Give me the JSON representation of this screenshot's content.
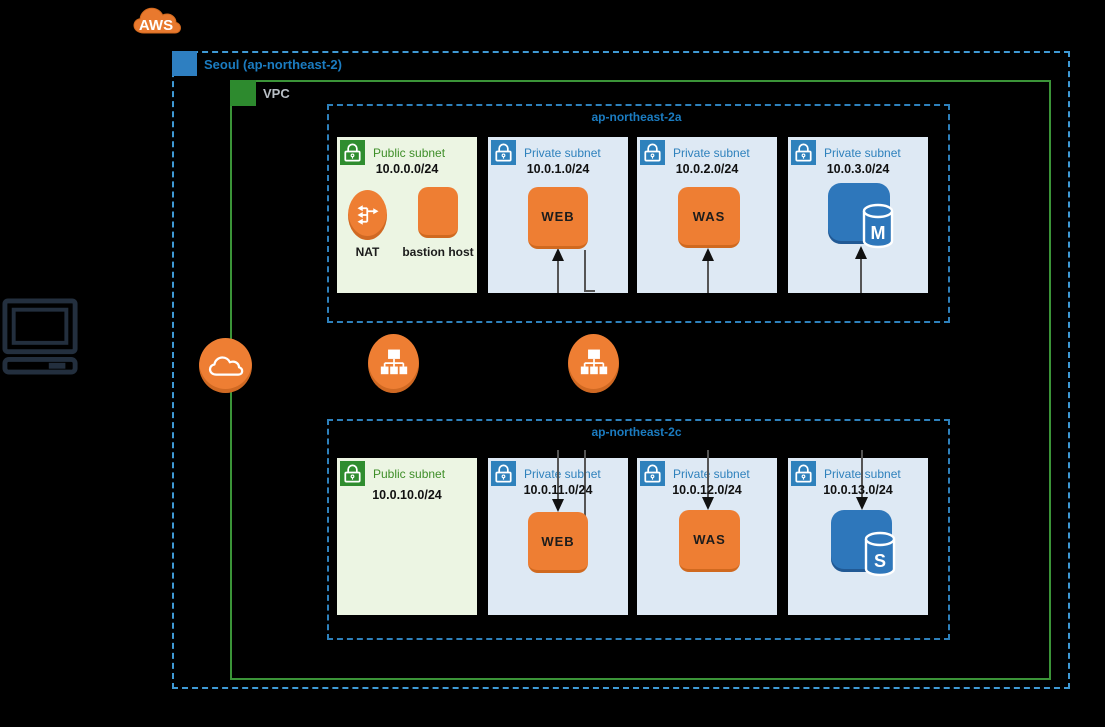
{
  "aws_logo": {
    "label": "AWS"
  },
  "region": {
    "label": "Seoul (ap-northeast-2)"
  },
  "vpc": {
    "label": "VPC"
  },
  "availability_zones": [
    {
      "label": "ap-northeast-2a",
      "subnets": [
        {
          "type": "public",
          "name": "Public subnet",
          "cidr": "10.0.0.0/24",
          "components": [
            {
              "kind": "nat-gateway",
              "label": "NAT"
            },
            {
              "kind": "instance",
              "label": "bastion host"
            }
          ]
        },
        {
          "type": "private",
          "name": "Private subnet",
          "cidr": "10.0.1.0/24",
          "components": [
            {
              "kind": "instance",
              "label": "WEB"
            }
          ]
        },
        {
          "type": "private",
          "name": "Private subnet",
          "cidr": "10.0.2.0/24",
          "components": [
            {
              "kind": "instance",
              "label": "WAS"
            }
          ]
        },
        {
          "type": "private",
          "name": "Private subnet",
          "cidr": "10.0.3.0/24",
          "components": [
            {
              "kind": "database",
              "label": "M"
            }
          ]
        }
      ]
    },
    {
      "label": "ap-northeast-2c",
      "subnets": [
        {
          "type": "public",
          "name": "Public subnet",
          "cidr": "10.0.10.0/24",
          "components": []
        },
        {
          "type": "private",
          "name": "Private subnet",
          "cidr": "10.0.11.0/24",
          "components": [
            {
              "kind": "instance",
              "label": "WEB"
            }
          ]
        },
        {
          "type": "private",
          "name": "Private subnet",
          "cidr": "10.0.12.0/24",
          "components": [
            {
              "kind": "instance",
              "label": "WAS"
            }
          ]
        },
        {
          "type": "private",
          "name": "Private subnet",
          "cidr": "10.0.13.0/24",
          "components": [
            {
              "kind": "database",
              "label": "S"
            }
          ]
        }
      ]
    }
  ],
  "icons": {
    "aws-cloud": "orange cloud",
    "internet-gateway": "orange circle with cloud",
    "elastic-load-balancer": "orange ellipse with tree glyph",
    "nat-gateway": "orange ellipse with merge arrows",
    "client-computer": "dark monitor and keyboard outline",
    "lock-public": "green square padlock",
    "lock-private": "blue square padlock",
    "database-master": "blue square with cylinder M",
    "database-slave": "blue square with cylinder S"
  },
  "palette": {
    "background": "#000000",
    "aws_orange": "#ee7e33",
    "region_border_blue": "#3f99d4",
    "region_label_blue": "#1b7cc1",
    "vpc_border_green": "#3b9438",
    "vpc_icon_green": "#2d8a2e",
    "az_border_blue": "#2e81bc",
    "public_subnet_bg": "#ecf5e3",
    "private_subnet_bg": "#dee9f4",
    "public_text_green": "#3e8e28",
    "private_text_blue": "#2e81bc",
    "db_blue": "#2e77bb",
    "connector_gray": "#555555",
    "computer_ink": "#232f3e"
  }
}
